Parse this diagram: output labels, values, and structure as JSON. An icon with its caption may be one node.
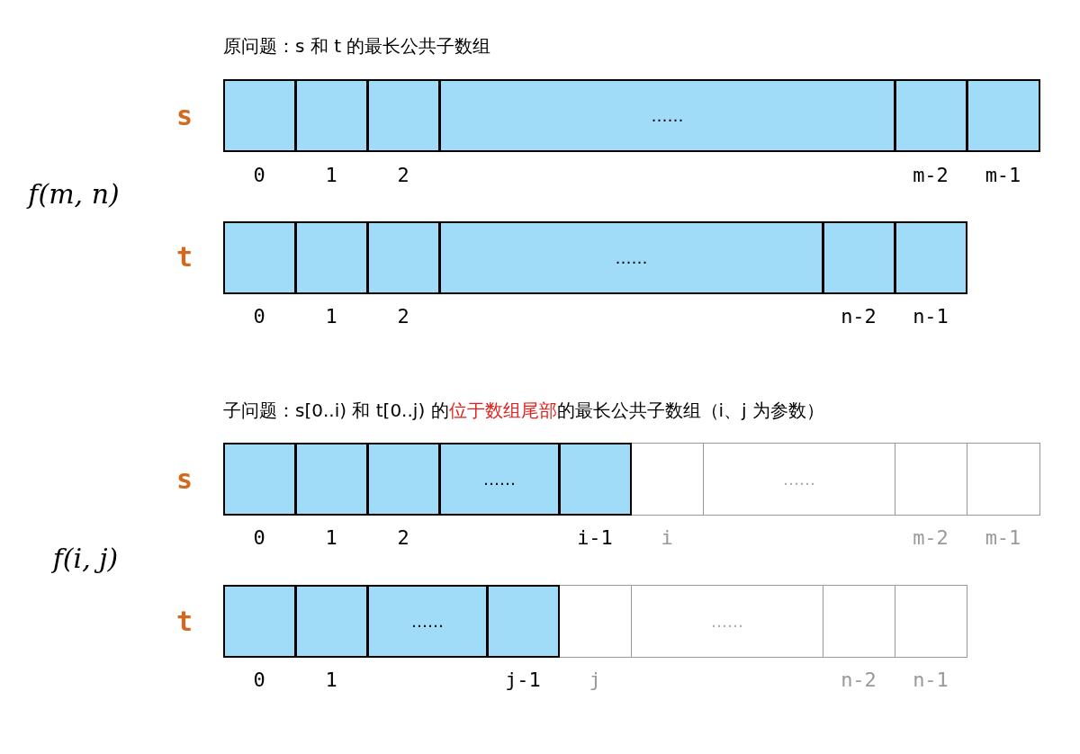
{
  "diagram": {
    "nodes": [
      {
        "text": [],
        "shape": "box",
        "beside": [
          "0"
        ]
      },
      {
        "text": [],
        "shape": "box",
        "beside": [
          "1"
        ]
      },
      {
        "text": [],
        "shape": "box",
        "beside": [
          "2"
        ]
      },
      {
        "text": [
          "……"
        ]
      },
      {
        "text": [],
        "shape": "box",
        "beside": [
          "m-2"
        ]
      },
      {
        "text": [],
        "shape": "box",
        "beside": [
          "m-1"
        ]
      },
      {
        "text": [],
        "shape": "box",
        "beside": [
          "0"
        ]
      },
      {
        "text": [],
        "shape": "box",
        "beside": [
          "1"
        ]
      },
      {
        "text": [],
        "shape": "box",
        "beside": [
          "2"
        ]
      },
      {
        "text": [
          "……"
        ]
      },
      {
        "text": [],
        "shape": "box",
        "beside": [
          "n-2"
        ]
      },
      {
        "text": [],
        "shape": "box",
        "beside": [
          "n-1"
        ]
      },
      {
        "text": [],
        "shape": "box",
        "beside": [
          "0"
        ]
      },
      {
        "text": [],
        "shape": "box",
        "beside": [
          "1"
        ]
      },
      {
        "text": [],
        "shape": "box",
        "beside": [
          "2"
        ]
      },
      {
        "text": [
          "……"
        ]
      },
      {
        "text": [],
        "shape": "box",
        "beside": [
          "i-1"
        ]
      },
      {
        "text": [],
        "shape": "box",
        "beside": [
          "i"
        ]
      },
      {
        "text": [
          "……"
        ]
      },
      {
        "text": [],
        "shape": "box",
        "beside": [
          "m-2"
        ]
      },
      {
        "text": [],
        "shape": "box",
        "beside": [
          "m-1"
        ]
      },
      {
        "text": [],
        "shape": "box",
        "beside": [
          "0"
        ]
      },
      {
        "text": [],
        "shape": "box",
        "beside": [
          "1"
        ]
      },
      {
        "text": [
          "……"
        ]
      },
      {
        "text": [],
        "shape": "box",
        "beside": [
          "j-1"
        ]
      },
      {
        "text": [],
        "shape": "box",
        "beside": [
          "j"
        ]
      },
      {
        "text": [
          "……"
        ]
      },
      {
        "text": [],
        "shape": "box",
        "beside": [
          "n-2"
        ]
      },
      {
        "text": [],
        "shape": "box",
        "beside": [
          "n-1"
        ]
      }
    ],
    "labels": [
      "原问题：s 和 t 的最长公共子数组",
      "s",
      "f(m, n)",
      "t",
      "子问题：s[0..i) 和 t[0..j) 的",
      "位于数组尾部",
      "的最长公共子数组（i、j 为参数）",
      "s",
      "f(i, j)",
      "t"
    ]
  }
}
